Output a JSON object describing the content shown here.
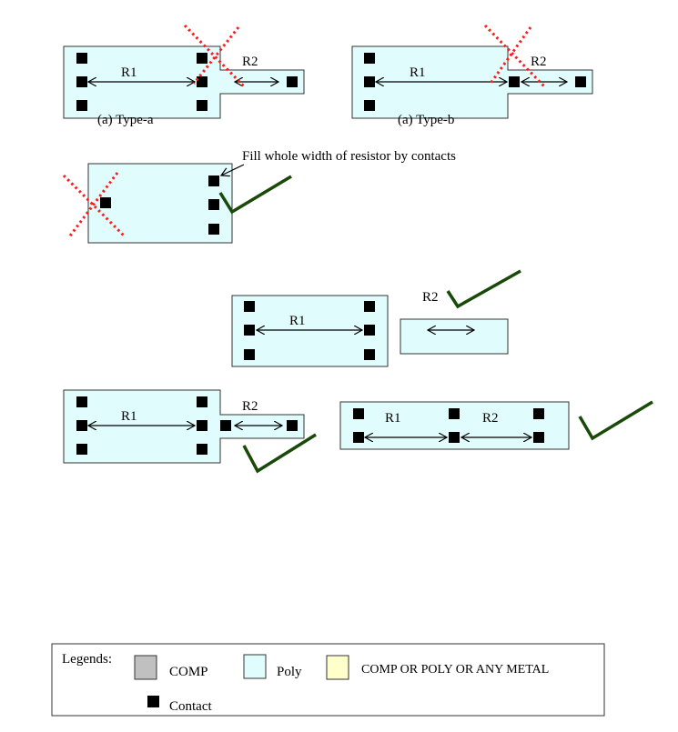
{
  "diagram_a": {
    "r1": "R1",
    "r2": "R2",
    "caption": "(a) Type-a"
  },
  "diagram_b": {
    "r1": "R1",
    "r2": "R2",
    "caption": "(a) Type-b"
  },
  "diagram_c": {
    "annotation": "Fill whole width of resistor by contacts"
  },
  "diagram_d": {
    "r1": "R1",
    "r2": "R2"
  },
  "diagram_e": {
    "r1": "R1",
    "r2": "R2"
  },
  "diagram_f": {
    "r1": "R1",
    "r2": "R2"
  },
  "legend": {
    "title": "Legends:",
    "items": [
      {
        "label": "COMP",
        "color": "#c0c0c0"
      },
      {
        "label": "Poly",
        "color": "#e0fcfc"
      },
      {
        "label": "COMP OR POLY OR ANY METAL",
        "color": "#ffffcc"
      },
      {
        "label": "Contact",
        "color": "#000000"
      }
    ]
  },
  "colors": {
    "wrong_mark": "#ff1a1a",
    "check_mark": "#1a4a0a"
  }
}
